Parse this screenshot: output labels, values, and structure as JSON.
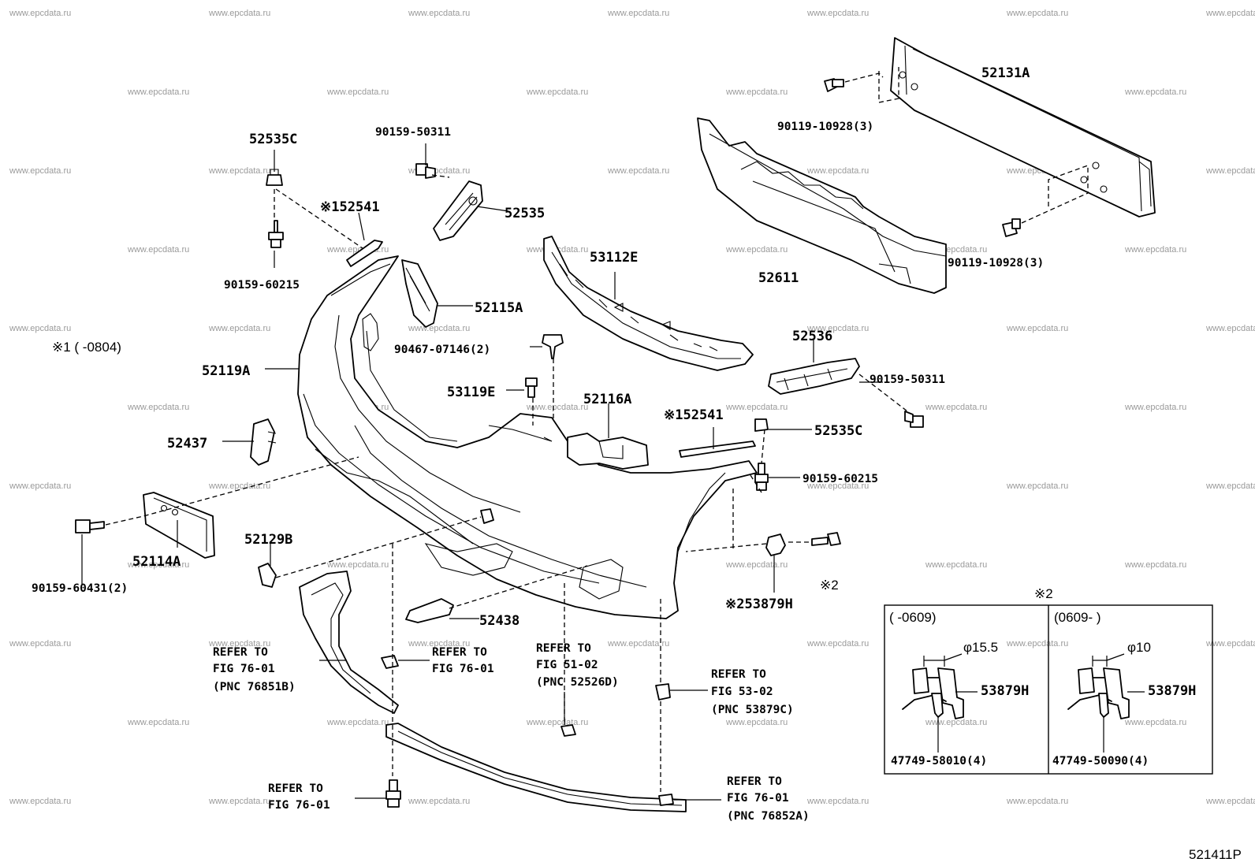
{
  "watermark": "www.epcdata.ru",
  "figure_code": "521411P",
  "note_1": "※1 (      -0804)",
  "mark_2": "※2",
  "labels": {
    "p52131A": "52131A",
    "p90119_10928_top": "90119-10928(3)",
    "p90119_10928_bottom": "90119-10928(3)",
    "p52611": "52611",
    "p52535C_top": "52535C",
    "p90159_50311_top": "90159-50311",
    "p52541_top": "※152541",
    "p52535": "52535",
    "p90159_60215_top": "90159-60215",
    "p53112E": "53112E",
    "p52115A": "52115A",
    "p90467_07146": "90467-07146(2)",
    "p52119A": "52119A",
    "p53119E": "53119E",
    "p52116A": "52116A",
    "p52536": "52536",
    "p90159_50311_right": "90159-50311",
    "p52541_right": "※152541",
    "p52535C_right": "52535C",
    "p52437": "52437",
    "p90159_60215_right": "90159-60215",
    "p52129B": "52129B",
    "p52114A": "52114A",
    "p90159_60431": "90159-60431(2)",
    "p53879H_main": "※253879H",
    "mark_2_small": "※2",
    "p52438": "52438"
  },
  "refs": {
    "ref1": [
      "REFER TO",
      "FIG 76-01",
      "(PNC 76851B)"
    ],
    "ref2": [
      "REFER TO",
      "FIG 76-01"
    ],
    "ref3": [
      "REFER TO",
      "FIG 51-02",
      "(PNC 52526D)"
    ],
    "ref4": [
      "REFER TO",
      "FIG 53-02",
      "(PNC 53879C)"
    ],
    "ref5": [
      "REFER TO",
      "FIG 76-01"
    ],
    "ref6": [
      "REFER TO",
      "FIG 76-01",
      "(PNC 76852A)"
    ]
  },
  "inset": {
    "left_title": "(      -0609)",
    "right_title": "(0609-      )",
    "left_dim": "φ15.5",
    "right_dim": "φ10",
    "left_part": "53879H",
    "right_part": "53879H",
    "left_sub": "47749-58010(4)",
    "right_sub": "47749-50090(4)"
  }
}
